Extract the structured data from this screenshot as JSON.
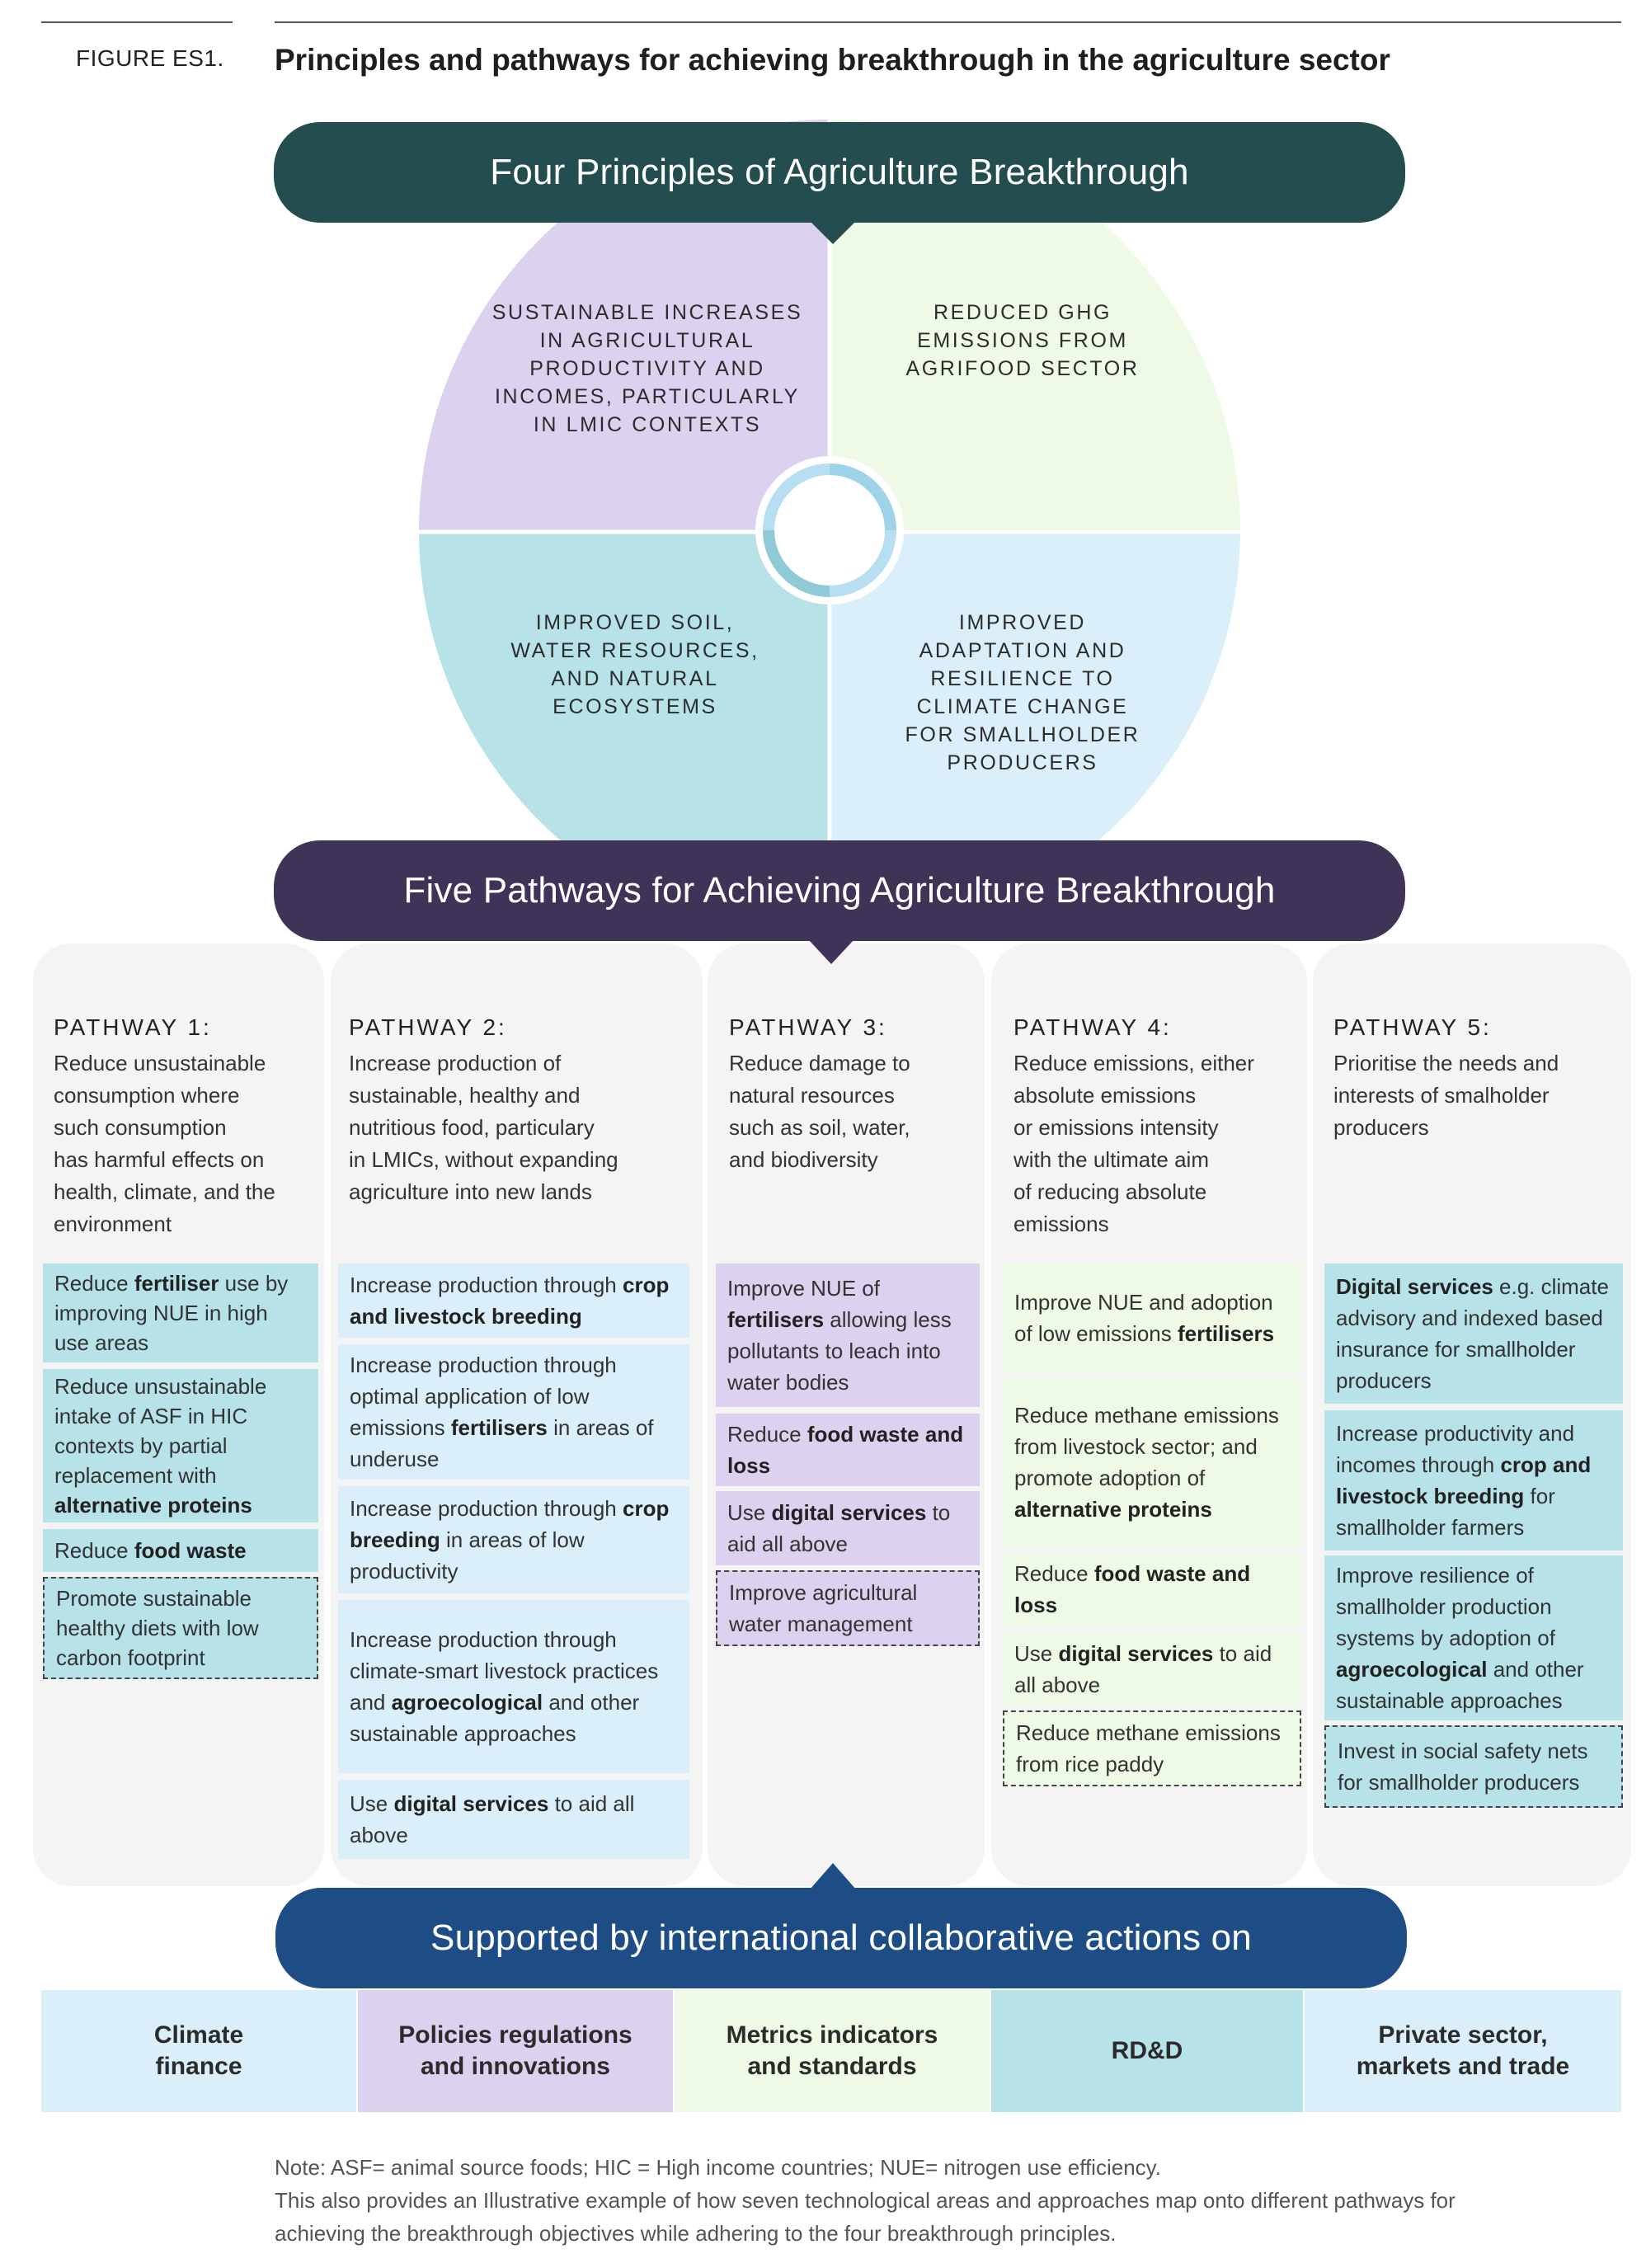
{
  "figure": {
    "label": "FIGURE ES1.",
    "title": "Principles and pathways for achieving breakthrough in the agriculture sector"
  },
  "principles": {
    "banner": "Four Principles of Agriculture Breakthrough",
    "quadrants": [
      {
        "lines": [
          "SUSTAINABLE INCREASES",
          "IN AGRICULTURAL",
          "PRODUCTIVITY AND",
          "INCOMES, PARTICULARLY",
          "IN LMIC CONTEXTS"
        ],
        "color": "#dcd1ee"
      },
      {
        "lines": [
          "REDUCED GHG",
          "EMISSIONS FROM",
          "AGRIFOOD SECTOR"
        ],
        "color": "#eefae6"
      },
      {
        "lines": [
          "IMPROVED SOIL,",
          "WATER RESOURCES,",
          "AND NATURAL",
          "ECOSYSTEMS"
        ],
        "color": "#b6e2e8"
      },
      {
        "lines": [
          "IMPROVED",
          "ADAPTATION AND",
          "RESILIENCE TO",
          "CLIMATE CHANGE",
          "FOR SMALLHOLDER",
          "PRODUCERS"
        ],
        "color": "#daeff9"
      }
    ]
  },
  "pathways": {
    "banner": "Five Pathways for Achieving Agriculture Breakthrough",
    "items": [
      {
        "heading": "PATHWAY 1:",
        "desc": [
          "Reduce unsustainable",
          "consumption where",
          "such consumption",
          "has harmful effects on",
          "health, climate, and the",
          "environment"
        ],
        "boxes": [
          {
            "parts": [
              [
                "Reduce ",
                false
              ],
              [
                "fertiliser",
                true
              ],
              [
                " use by improving NUE in high use areas",
                false
              ]
            ]
          },
          {
            "parts": [
              [
                "Reduce unsustainable intake of ASF in HIC contexts by partial replacement with ",
                false
              ],
              [
                "alternative proteins",
                true
              ]
            ]
          },
          {
            "parts": [
              [
                "Reduce ",
                false
              ],
              [
                "food waste",
                true
              ]
            ]
          },
          {
            "parts": [
              [
                "Promote sustainable healthy diets with low carbon footprint",
                false
              ]
            ]
          }
        ]
      },
      {
        "heading": "PATHWAY 2:",
        "desc": [
          "Increase production of",
          "sustainable, healthy and",
          "nutritious food, particulary",
          "in LMICs, without expanding",
          "agriculture into new lands"
        ],
        "boxes": [
          {
            "parts": [
              [
                "Increase production through ",
                false
              ],
              [
                "crop and livestock breeding",
                true
              ]
            ]
          },
          {
            "parts": [
              [
                "Increase production through optimal application of low emissions ",
                false
              ],
              [
                "fertilisers",
                true
              ],
              [
                " in areas of underuse",
                false
              ]
            ]
          },
          {
            "parts": [
              [
                "Increase production through ",
                false
              ],
              [
                "crop breeding",
                true
              ],
              [
                " in areas of low productivity",
                false
              ]
            ]
          },
          {
            "parts": [
              [
                "Increase production through climate-smart livestock practices and ",
                false
              ],
              [
                "agroecological",
                true
              ],
              [
                " and other sustainable approaches",
                false
              ]
            ]
          },
          {
            "parts": [
              [
                "Use ",
                false
              ],
              [
                "digital services",
                true
              ],
              [
                " to aid all above",
                false
              ]
            ]
          }
        ]
      },
      {
        "heading": "PATHWAY 3:",
        "desc": [
          "Reduce damage to",
          "natural resources",
          "such as soil, water,",
          "and biodiversity"
        ],
        "boxes": [
          {
            "parts": [
              [
                "Improve NUE of ",
                false
              ],
              [
                "fertilisers",
                true
              ],
              [
                " allowing less pollutants to leach into water bodies",
                false
              ]
            ]
          },
          {
            "parts": [
              [
                "Reduce ",
                false
              ],
              [
                "food waste and loss",
                true
              ]
            ]
          },
          {
            "parts": [
              [
                "Use ",
                false
              ],
              [
                "digital services",
                true
              ],
              [
                " to aid all above",
                false
              ]
            ]
          },
          {
            "parts": [
              [
                "Improve agricultural water management",
                false
              ]
            ]
          }
        ]
      },
      {
        "heading": "PATHWAY 4:",
        "desc": [
          "Reduce emissions, either",
          "absolute emissions",
          "or emissions intensity",
          "with the ultimate aim",
          "of reducing absolute",
          "emissions"
        ],
        "boxes": [
          {
            "parts": [
              [
                "Improve NUE and adoption of low emissions ",
                false
              ],
              [
                "fertilisers",
                true
              ]
            ]
          },
          {
            "parts": [
              [
                "Reduce methane emissions from livestock sector; and promote adoption of ",
                false
              ],
              [
                "alternative proteins",
                true
              ]
            ]
          },
          {
            "parts": [
              [
                "Reduce ",
                false
              ],
              [
                "food waste and loss",
                true
              ]
            ]
          },
          {
            "parts": [
              [
                "Use ",
                false
              ],
              [
                "digital services",
                true
              ],
              [
                " to aid all above",
                false
              ]
            ]
          },
          {
            "parts": [
              [
                "Reduce methane emissions from rice paddy",
                false
              ]
            ]
          }
        ]
      },
      {
        "heading": "PATHWAY 5:",
        "desc": [
          "Prioritise the needs and",
          "interests of smalholder",
          "producers"
        ],
        "boxes": [
          {
            "parts": [
              [
                "Digital services",
                true
              ],
              [
                " e.g. climate advisory and indexed based insurance for smallholder producers",
                false
              ]
            ]
          },
          {
            "parts": [
              [
                "Increase productivity and incomes through ",
                false
              ],
              [
                "crop and livestock breeding",
                true
              ],
              [
                " for smallholder farmers",
                false
              ]
            ]
          },
          {
            "parts": [
              [
                "Improve resilience of smallholder production systems by adoption of ",
                false
              ],
              [
                "agroecological",
                true
              ],
              [
                " and other sustainable approaches",
                false
              ]
            ]
          },
          {
            "parts": [
              [
                "Invest in social safety nets for smallholder producers",
                false
              ]
            ]
          }
        ]
      }
    ]
  },
  "support": {
    "banner": "Supported by international collaborative actions on",
    "actions": [
      {
        "lines": [
          "Climate",
          "finance"
        ],
        "color": "#daeff9"
      },
      {
        "lines": [
          "Policies regulations",
          "and innovations"
        ],
        "color": "#dcd1ee"
      },
      {
        "lines": [
          "Metrics indicators",
          "and standards"
        ],
        "color": "#eefae6"
      },
      {
        "lines": [
          "RD&D"
        ],
        "color": "#b6e2e8"
      },
      {
        "lines": [
          "Private sector,",
          "markets and trade"
        ],
        "color": "#daeff9"
      }
    ]
  },
  "note": {
    "line1": "Note: ASF= animal source foods; HIC = High income countries; NUE= nitrogen use efficiency.",
    "line2": "This also provides an Illustrative example of how seven technological areas and approaches map onto different pathways for",
    "line3": "achieving the breakthrough objectives while adhering to the four breakthrough principles."
  }
}
